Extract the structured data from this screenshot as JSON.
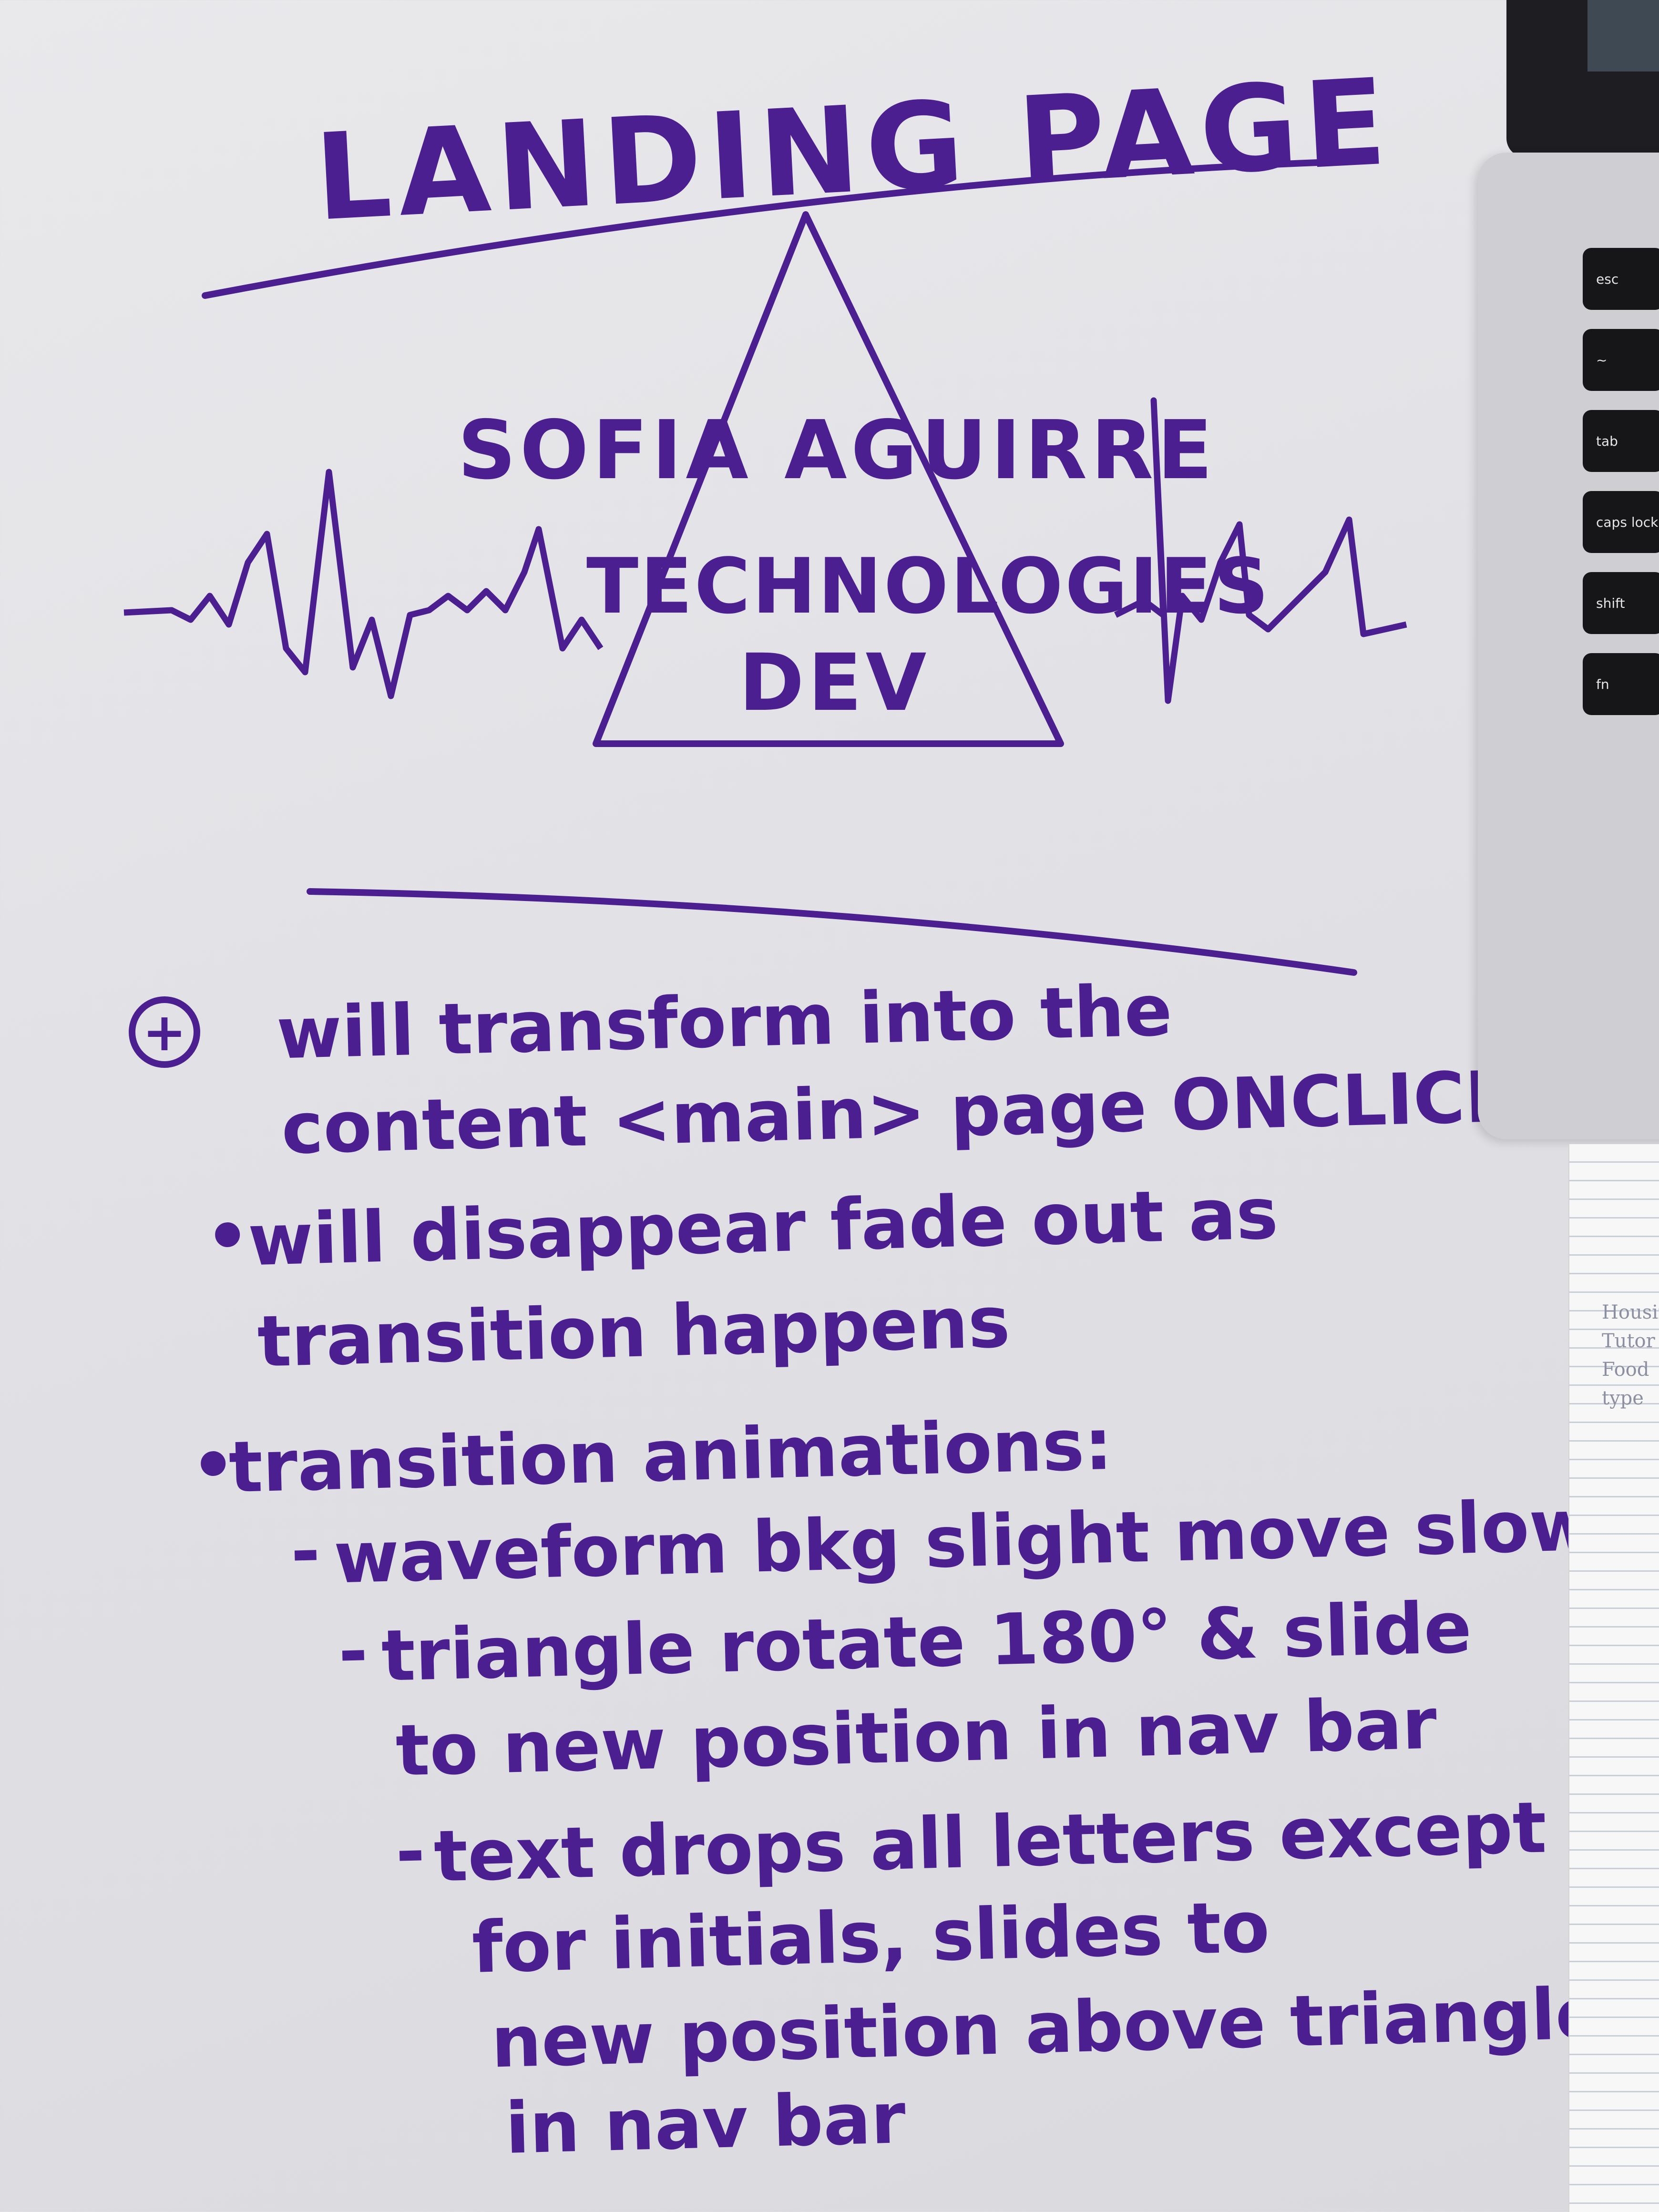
{
  "title": "LANDING PAGE",
  "brand": {
    "line1": "SOFIA AGUIRRE",
    "line2": "TECHNOLOGIES",
    "line3": "DEV"
  },
  "notes": [
    {
      "marker": "+",
      "text_lines": [
        "will transform into the",
        "content <main> page ONCLICK"
      ]
    },
    {
      "marker": "•",
      "text_lines": [
        "will disappear fade out as",
        "transition happens"
      ]
    },
    {
      "marker": "•",
      "text_lines": [
        "transition animations:"
      ]
    },
    {
      "marker": "-",
      "text_lines": [
        "waveform bkg slight move slow"
      ]
    },
    {
      "marker": "-",
      "text_lines": [
        "triangle rotate 180° & slide",
        "to new position in nav bar"
      ]
    },
    {
      "marker": "-",
      "text_lines": [
        "text drops all letters except",
        "for initials, slides to",
        "new position above triangle",
        "in nav bar"
      ]
    }
  ],
  "laptop_keys": [
    "esc",
    "~",
    "tab",
    "caps lock",
    "shift",
    "fn"
  ],
  "notebook_lines": [
    "Housin",
    "Tutor",
    "Food",
    "type"
  ],
  "ink_color": "#4b1f8f"
}
